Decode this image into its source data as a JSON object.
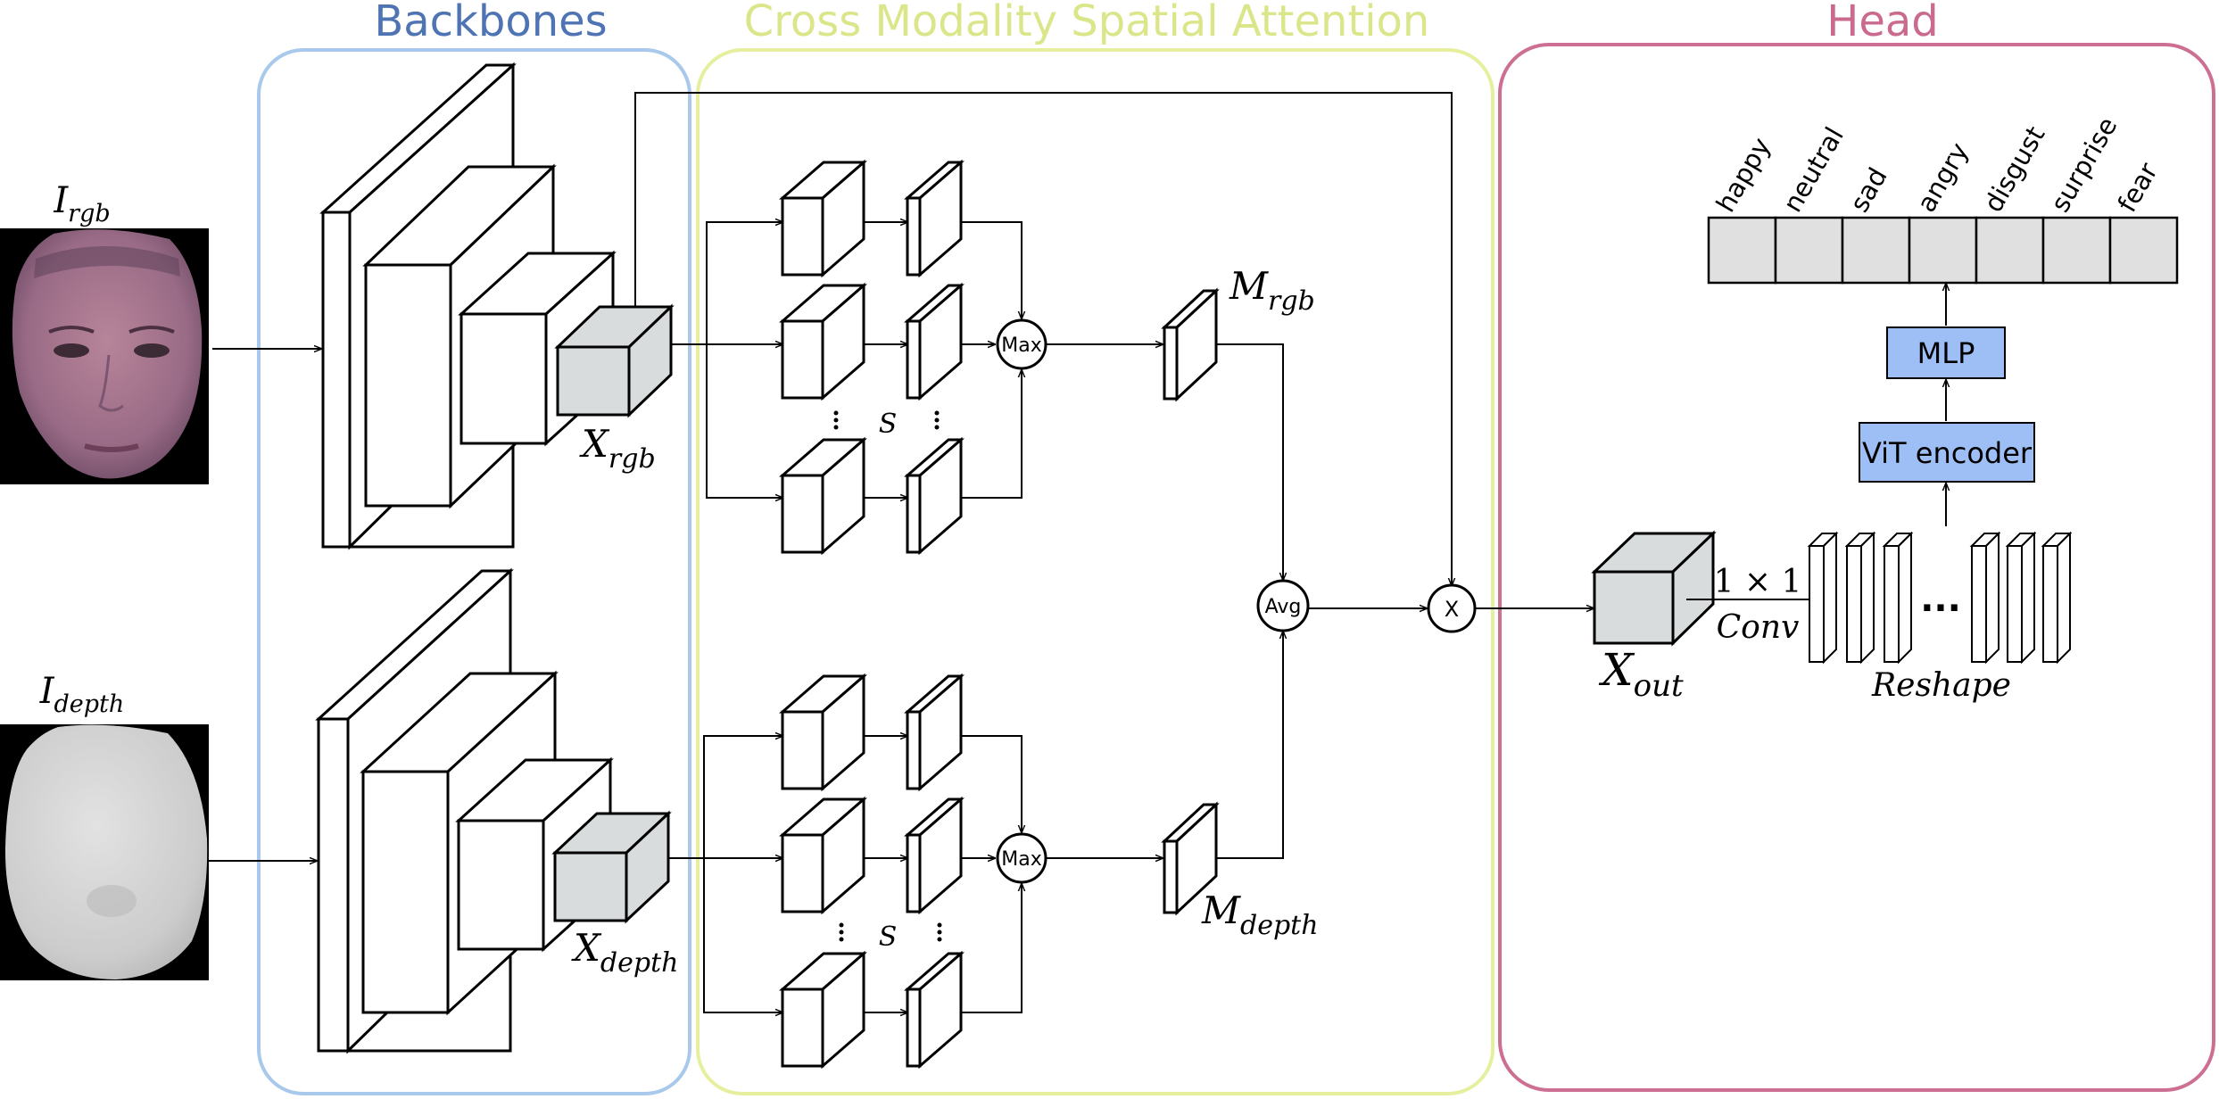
{
  "sections": {
    "backbones": "Backbones",
    "attention": "Cross Modality Spatial Attention",
    "head": "Head"
  },
  "colors": {
    "backbones": "#a8c8ec",
    "attention": "#e6ef9e",
    "head": "#cc6f93",
    "backbones_title": "#4f74b4",
    "attention_title": "#dbe68a",
    "head_title": "#c96a8e",
    "gray_face": "#d9dcdc",
    "blue_box": "#9ebff5",
    "class_cell": "#e0e0e0"
  },
  "inputs": {
    "rgb": {
      "base": "I",
      "sub": "rgb"
    },
    "depth": {
      "base": "I",
      "sub": "depth"
    }
  },
  "features": {
    "x_rgb": {
      "base": "X",
      "sub": "rgb"
    },
    "x_depth": {
      "base": "X",
      "sub": "depth"
    },
    "m_rgb": {
      "base": "M",
      "sub": "rgb"
    },
    "m_depth": {
      "base": "M",
      "sub": "depth"
    },
    "x_out": {
      "base": "X",
      "sub": "out"
    }
  },
  "ops": {
    "max": "Max",
    "avg": "Avg",
    "mult": "X",
    "s_symbol": "S",
    "conv_kernel": "1 × 1",
    "conv_word": "Conv",
    "reshape": "Reshape",
    "ellipsis": "..."
  },
  "head": {
    "vit": "ViT encoder",
    "mlp": "MLP",
    "classes": [
      "happy",
      "neutral",
      "sad",
      "angry",
      "disgust",
      "surprise",
      "fear"
    ]
  }
}
